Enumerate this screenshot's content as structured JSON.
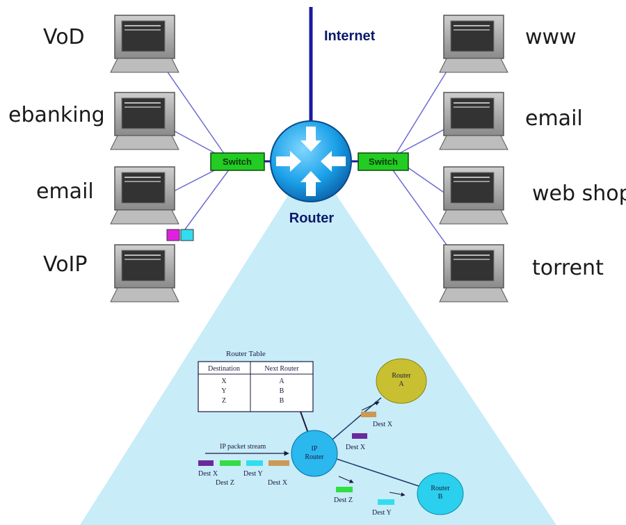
{
  "title": "Internet",
  "router_label": "Router",
  "switch_label": "Switch",
  "left_hosts": [
    "VoD",
    "ebanking",
    "email",
    "VoIP"
  ],
  "right_hosts": [
    "www",
    "email",
    "web shop",
    "torrent"
  ],
  "router_table": {
    "title": "Router Table",
    "headers": [
      "Destination",
      "Next Router"
    ],
    "rows": [
      [
        "X",
        "A"
      ],
      [
        "Y",
        "B"
      ],
      [
        "Z",
        "B"
      ]
    ]
  },
  "inset": {
    "ip_router": "IP Router",
    "router_a": "Router A",
    "router_b": "Router B",
    "stream_label": "IP packet stream",
    "packets_in": [
      {
        "label": "Dest X",
        "color": "#6a2a9a"
      },
      {
        "label": "Dest Z",
        "color": "#33dd44"
      },
      {
        "label": "Dest Y",
        "color": "#33ddee"
      },
      {
        "label": "Dest X",
        "color": "#cc9955"
      }
    ],
    "packets_a": [
      {
        "label": "Dest X",
        "color": "#cc9955"
      },
      {
        "label": "Dest X",
        "color": "#6a2a9a"
      }
    ],
    "packets_b": [
      {
        "label": "Dest Z",
        "color": "#33dd44"
      },
      {
        "label": "Dest Y",
        "color": "#33ddee"
      }
    ]
  },
  "colors": {
    "internet_line": "#1a1aa0",
    "host_link": "#6a6ad0",
    "router_fill": "#1aa0e8",
    "switch_fill": "#22cc22",
    "cone_fill": "#c8ecf8",
    "router_a_fill": "#c8c030",
    "ip_router_fill": "#2ab8ee"
  }
}
